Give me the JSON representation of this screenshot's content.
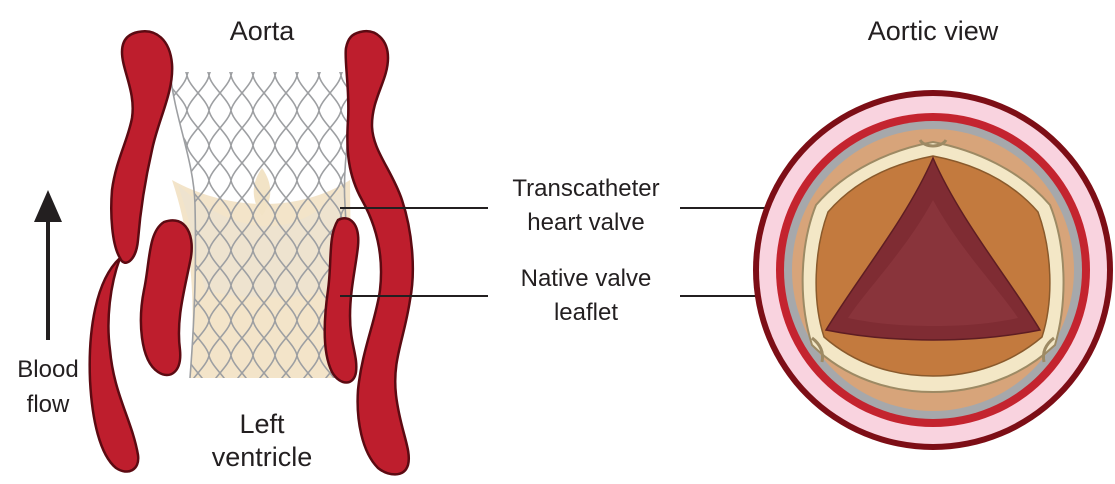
{
  "labels": {
    "aorta": "Aorta",
    "aortic_view": "Aortic view",
    "blood_flow": [
      "Blood",
      "flow"
    ],
    "left_ventricle": [
      "Left",
      "ventricle"
    ],
    "transcatheter_valve": [
      "Transcatheter",
      "heart valve"
    ],
    "native_leaflet": [
      "Native valve",
      "leaflet"
    ]
  },
  "colors": {
    "wall_fill": "#be1e2d",
    "wall_outline": "#5c0a12",
    "stent_wire": "#9d9fa2",
    "valve_cloth": "#f2e3c6",
    "leaflet_fill": "#ece3d0",
    "ring_outer": "#7d0e16",
    "ring_pink": "#f9d3df",
    "ring_red": "#c4242f",
    "ring_gray": "#a6a8ab",
    "ring_tan": "#d7a47a",
    "leaflet_orange": "#c37a3e",
    "center_dark": "#7f2c33",
    "cream_frame": "#f3e7c6",
    "arrow": "#231f20"
  }
}
